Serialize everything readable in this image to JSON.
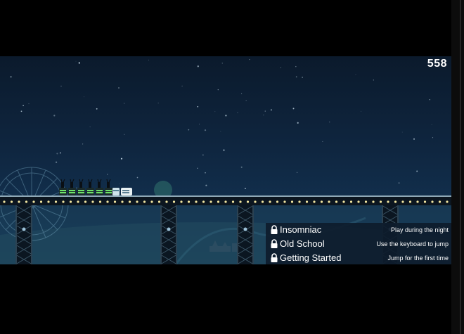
{
  "hud": {
    "score": "558"
  },
  "achievements": [
    {
      "title": "Insomniac",
      "description": "Play during the night",
      "locked": true,
      "icon": "lock-icon"
    },
    {
      "title": "Old School",
      "description": "Use the keyboard to jump",
      "locked": true,
      "icon": "lock-icon"
    },
    {
      "title": "Getting Started",
      "description": "Jump for the first time",
      "locked": true,
      "icon": "lock-icon"
    }
  ],
  "colors": {
    "sky_top": "#0b1a2c",
    "sky_bottom": "#173a58",
    "track_light": "#f2e6a0",
    "train_green": "#6ee36a",
    "panel_bg": "#0e1c2c"
  }
}
